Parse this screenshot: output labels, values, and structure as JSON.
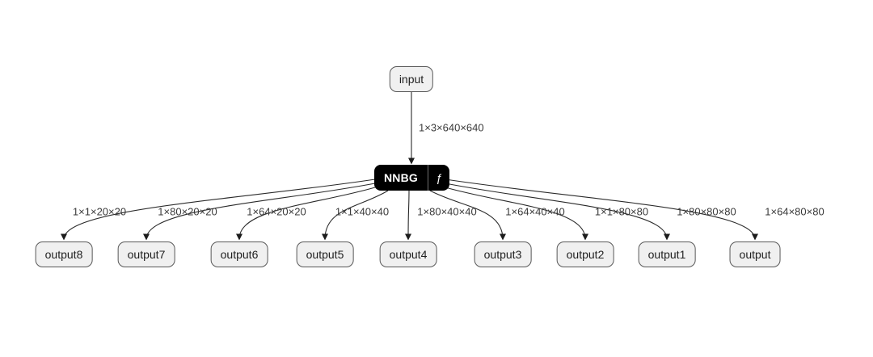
{
  "graph": {
    "input_node": {
      "label": "input"
    },
    "input_edge_label": "1×3×640×640",
    "op_node": {
      "name": "NNBG",
      "function_symbol": "ƒ"
    },
    "outputs": [
      {
        "label": "output8",
        "edge_label": "1×1×20×20"
      },
      {
        "label": "output7",
        "edge_label": "1×80×20×20"
      },
      {
        "label": "output6",
        "edge_label": "1×64×20×20"
      },
      {
        "label": "output5",
        "edge_label": "1×1×40×40"
      },
      {
        "label": "output4",
        "edge_label": "1×80×40×40"
      },
      {
        "label": "output3",
        "edge_label": "1×64×40×40"
      },
      {
        "label": "output2",
        "edge_label": "1×1×80×80"
      },
      {
        "label": "output1",
        "edge_label": "1×80×80×80"
      },
      {
        "label": "output",
        "edge_label": "1×64×80×80"
      }
    ],
    "colors": {
      "background": "#ffffff",
      "op_node_bg": "#000000",
      "op_node_text": "#ffffff",
      "node_fill": "#f0f0f0",
      "node_border": "#585858",
      "node_text": "#1f1f1f",
      "edge": "#2a2a2a",
      "edge_label_text": "#3a3a3a"
    }
  }
}
